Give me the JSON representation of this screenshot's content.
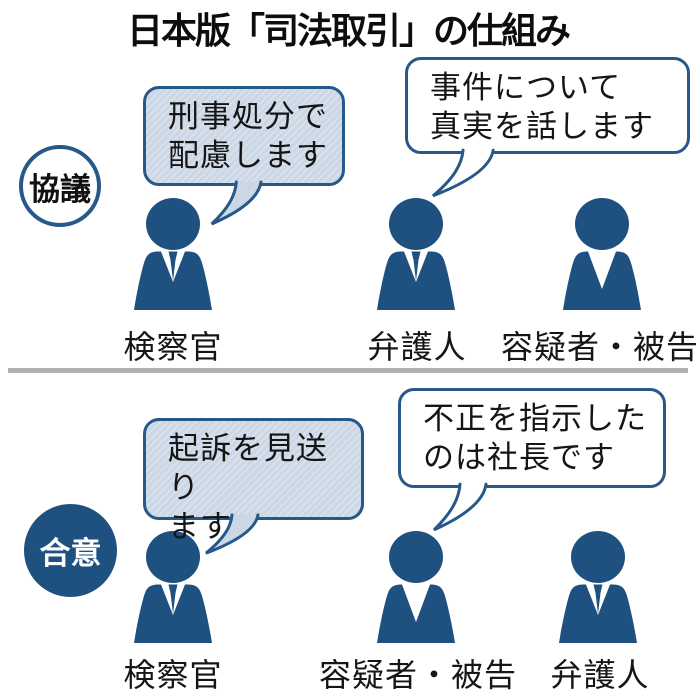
{
  "title": "日本版「司法取引」の仕組み",
  "colors": {
    "accent_blue": "#1e5080",
    "bubble_border_blue": "#26588a",
    "bubble_fill_light": "#ccd7e6",
    "divider_gray": "#b0b0b0"
  },
  "sections": [
    {
      "stage_label": "協議",
      "bubbles": [
        {
          "line1": "刑事処分で",
          "line2": "配慮します"
        },
        {
          "line1": "事件について",
          "line2": "真実を話します"
        }
      ],
      "persons": [
        {
          "label": "検察官"
        },
        {
          "label": "弁護人"
        },
        {
          "label": "容疑者・被告"
        }
      ]
    },
    {
      "stage_label": "合意",
      "bubbles": [
        {
          "line1": "起訴を見送り",
          "line2": "ます"
        },
        {
          "line1": "不正を指示した",
          "line2": "のは社長です"
        }
      ],
      "persons": [
        {
          "label": "検察官"
        },
        {
          "label": "容疑者・被告"
        },
        {
          "label": "弁護人"
        }
      ]
    }
  ]
}
